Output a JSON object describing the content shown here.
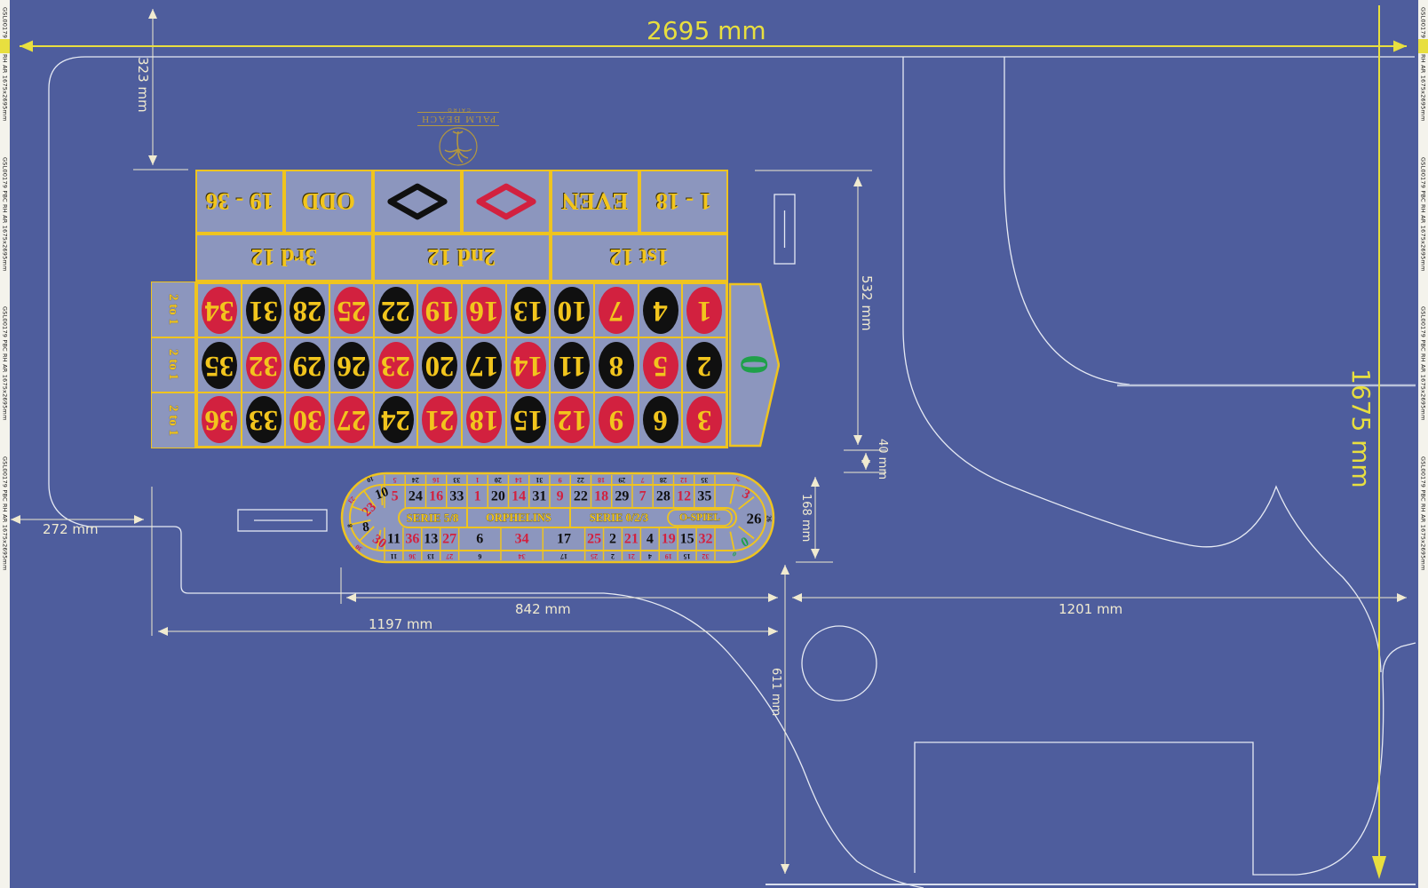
{
  "sheet": {
    "edge_code": "GSL00179 PBC RH AR 1675x2695mm"
  },
  "colors": {
    "background": "#4E5D9D",
    "cell_fill": "#8C96BE",
    "gold_border": "#EFC41F",
    "number_gold": "#F2C51D",
    "red": "#D2213F",
    "black": "#101010",
    "green": "#1FA04A",
    "dimension_text": "#F0EAD0",
    "dimension_yellow": "#E8DF3F",
    "contour_white": "#E6EAF4"
  },
  "dimensions": {
    "total_width": "2695 mm",
    "total_height": "1675 mm",
    "top_offset": "323 mm",
    "layout_height": "532 mm",
    "gap": "40 mm",
    "track_height": "168 mm",
    "left_offset": "272 mm",
    "track_span": "842 mm",
    "apron_span": "1197 mm",
    "right_span": "1201 mm",
    "bottom_height": "611 mm"
  },
  "logo": {
    "title": "PALM BEACH",
    "subtitle": "CAIRO",
    "icon": "palm-tree-icon"
  },
  "betting_layout": {
    "zero": "0",
    "grid_rows": [
      [
        3,
        6,
        9,
        12,
        15,
        18,
        21,
        24,
        27,
        30,
        33,
        36
      ],
      [
        2,
        5,
        8,
        11,
        14,
        17,
        20,
        23,
        26,
        29,
        32,
        35
      ],
      [
        1,
        4,
        7,
        10,
        13,
        16,
        19,
        22,
        25,
        28,
        31,
        34
      ]
    ],
    "column_bet_label": "2 to 1",
    "dozens": [
      "1st 12",
      "2nd 12",
      "3rd 12"
    ],
    "outside_bets": [
      {
        "label": "1 - 18"
      },
      {
        "label": "EVEN"
      },
      {
        "icon": "red-diamond-icon"
      },
      {
        "icon": "black-diamond-icon"
      },
      {
        "label": "ODD"
      },
      {
        "label": "19 - 36"
      }
    ],
    "red_numbers": [
      1,
      3,
      5,
      7,
      9,
      12,
      14,
      16,
      18,
      19,
      21,
      23,
      25,
      27,
      30,
      32,
      34,
      36
    ]
  },
  "racetrack": {
    "sections": [
      "SERIE 5/8",
      "ORPHELINS",
      "SERIE 0/2/3",
      "O-SPIEL"
    ],
    "top_numbers": [
      5,
      24,
      16,
      33,
      1,
      20,
      14,
      31,
      9,
      22,
      18,
      29,
      7,
      28,
      12,
      35
    ],
    "bottom_numbers": [
      11,
      36,
      13,
      27,
      6,
      34,
      17,
      25,
      2,
      21,
      4,
      19,
      15,
      32
    ],
    "wide_numbers": [
      6,
      34,
      17
    ],
    "left_curve_numbers": [
      10,
      23,
      8,
      30
    ],
    "right_curve_numbers": [
      3,
      26,
      0
    ]
  }
}
